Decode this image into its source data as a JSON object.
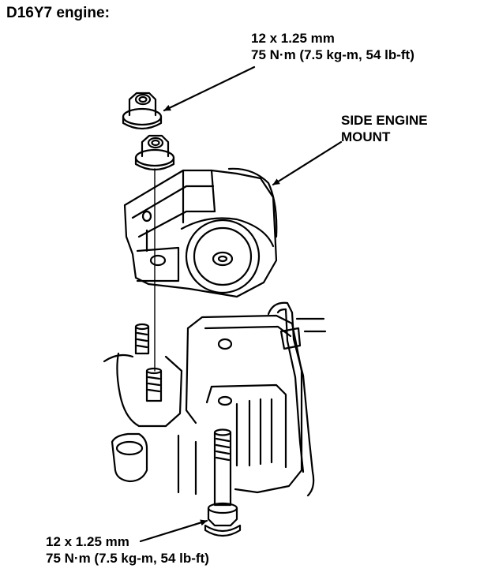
{
  "title": "D16Y7 engine:",
  "top_torque": {
    "size": "12 x 1.25 mm",
    "torque": "75 N·m (7.5 kg-m, 54 lb-ft)"
  },
  "mount_label": {
    "line1": "SIDE ENGINE",
    "line2": "MOUNT"
  },
  "bottom_torque": {
    "size": "12 x 1.25 mm",
    "torque": "75 N·m (7.5 kg-m, 54 lb-ft)"
  }
}
